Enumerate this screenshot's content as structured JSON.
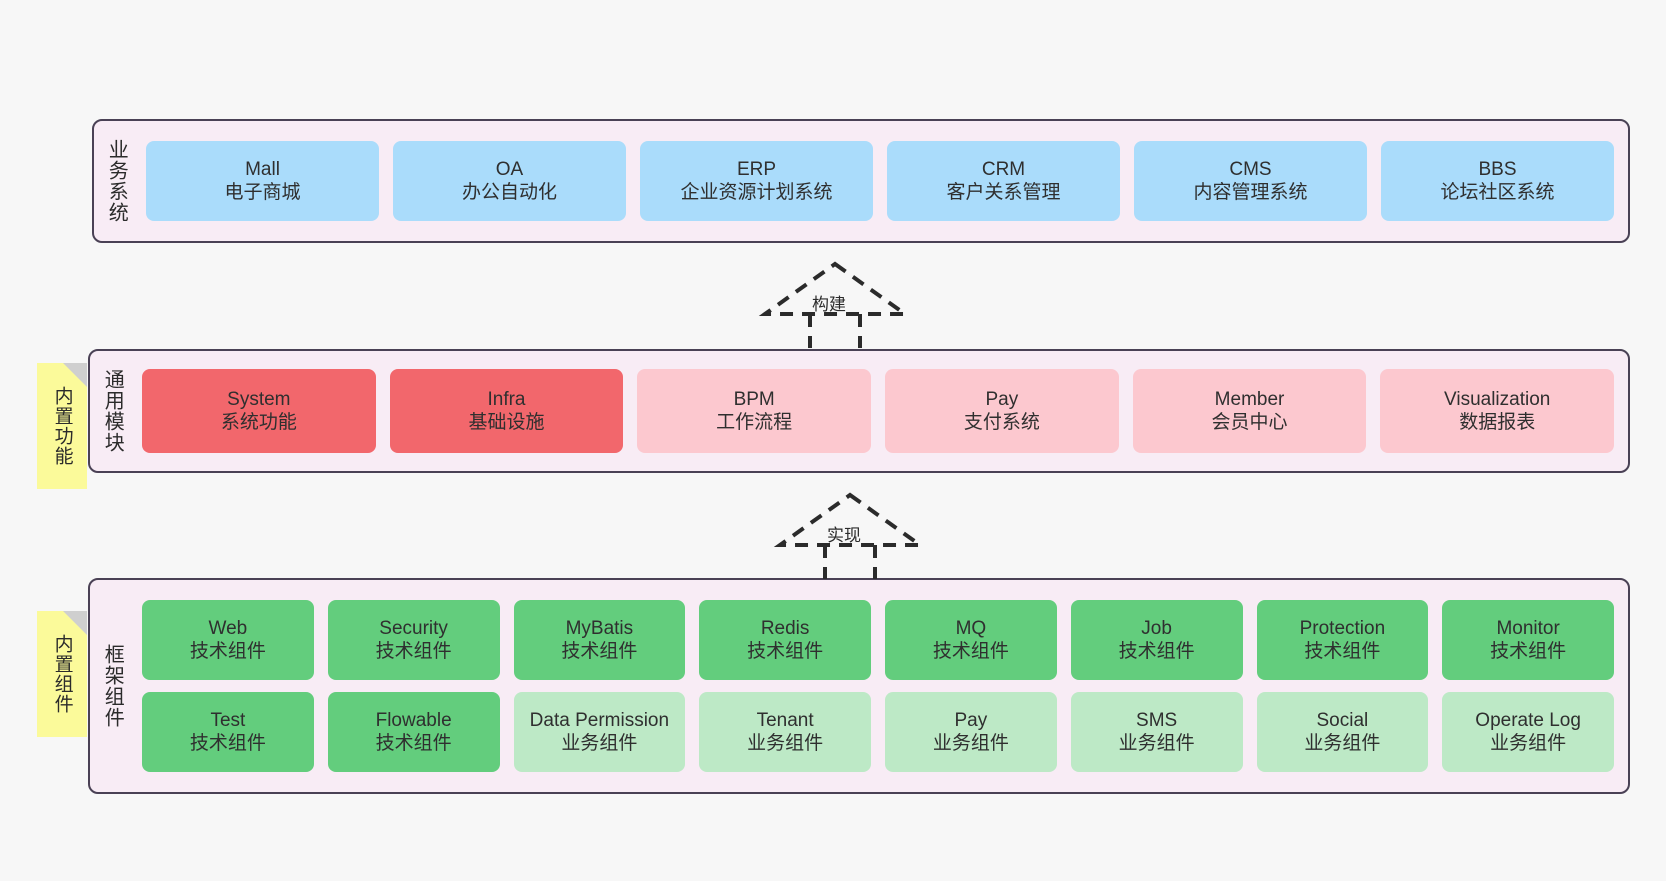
{
  "diagram": {
    "background": "#f7f7f7",
    "layer_fill": "#f8ecf5",
    "layer_border": "#4a4155",
    "sticky_fill": "#fbfa9a",
    "colors": {
      "blue": "#aadcfb",
      "red": "#f2676c",
      "pink": "#fcc8cf",
      "green": "#63cd7d",
      "light_green": "#bde9c6"
    }
  },
  "layers": [
    {
      "id": "business-system",
      "title": "业务系统",
      "cards": [
        {
          "name": "Mall",
          "sub": "电子商城",
          "color": "blue"
        },
        {
          "name": "OA",
          "sub": "办公自动化",
          "color": "blue"
        },
        {
          "name": "ERP",
          "sub": "企业资源计划系统",
          "color": "blue"
        },
        {
          "name": "CRM",
          "sub": "客户关系管理",
          "color": "blue"
        },
        {
          "name": "CMS",
          "sub": "内容管理系统",
          "color": "blue"
        },
        {
          "name": "BBS",
          "sub": "论坛社区系统",
          "color": "blue"
        }
      ]
    },
    {
      "id": "common-module",
      "title": "通用模块",
      "sticky": "内置功能",
      "cards": [
        {
          "name": "System",
          "sub": "系统功能",
          "color": "red"
        },
        {
          "name": "Infra",
          "sub": "基础设施",
          "color": "red"
        },
        {
          "name": "BPM",
          "sub": "工作流程",
          "color": "pink"
        },
        {
          "name": "Pay",
          "sub": "支付系统",
          "color": "pink"
        },
        {
          "name": "Member",
          "sub": "会员中心",
          "color": "pink"
        },
        {
          "name": "Visualization",
          "sub": "数据报表",
          "color": "pink"
        }
      ]
    },
    {
      "id": "framework-component",
      "title": "框架组件",
      "sticky": "内置组件",
      "rows": [
        [
          {
            "name": "Web",
            "sub": "技术组件",
            "color": "green"
          },
          {
            "name": "Security",
            "sub": "技术组件",
            "color": "green"
          },
          {
            "name": "MyBatis",
            "sub": "技术组件",
            "color": "green"
          },
          {
            "name": "Redis",
            "sub": "技术组件",
            "color": "green"
          },
          {
            "name": "MQ",
            "sub": "技术组件",
            "color": "green"
          },
          {
            "name": "Job",
            "sub": "技术组件",
            "color": "green"
          },
          {
            "name": "Protection",
            "sub": "技术组件",
            "color": "green"
          },
          {
            "name": "Monitor",
            "sub": "技术组件",
            "color": "green"
          }
        ],
        [
          {
            "name": "Test",
            "sub": "技术组件",
            "color": "green"
          },
          {
            "name": "Flowable",
            "sub": "技术组件",
            "color": "green"
          },
          {
            "name": "Data Permission",
            "sub": "业务组件",
            "color": "lgreen",
            "wrap": true
          },
          {
            "name": "Tenant",
            "sub": "业务组件",
            "color": "lgreen"
          },
          {
            "name": "Pay",
            "sub": "业务组件",
            "color": "lgreen"
          },
          {
            "name": "SMS",
            "sub": "业务组件",
            "color": "lgreen"
          },
          {
            "name": "Social",
            "sub": "业务组件",
            "color": "lgreen"
          },
          {
            "name": "Operate Log",
            "sub": "业务组件",
            "color": "lgreen"
          }
        ]
      ]
    }
  ],
  "connectors": [
    {
      "id": "build",
      "label": "构建"
    },
    {
      "id": "implement",
      "label": "实现"
    }
  ]
}
